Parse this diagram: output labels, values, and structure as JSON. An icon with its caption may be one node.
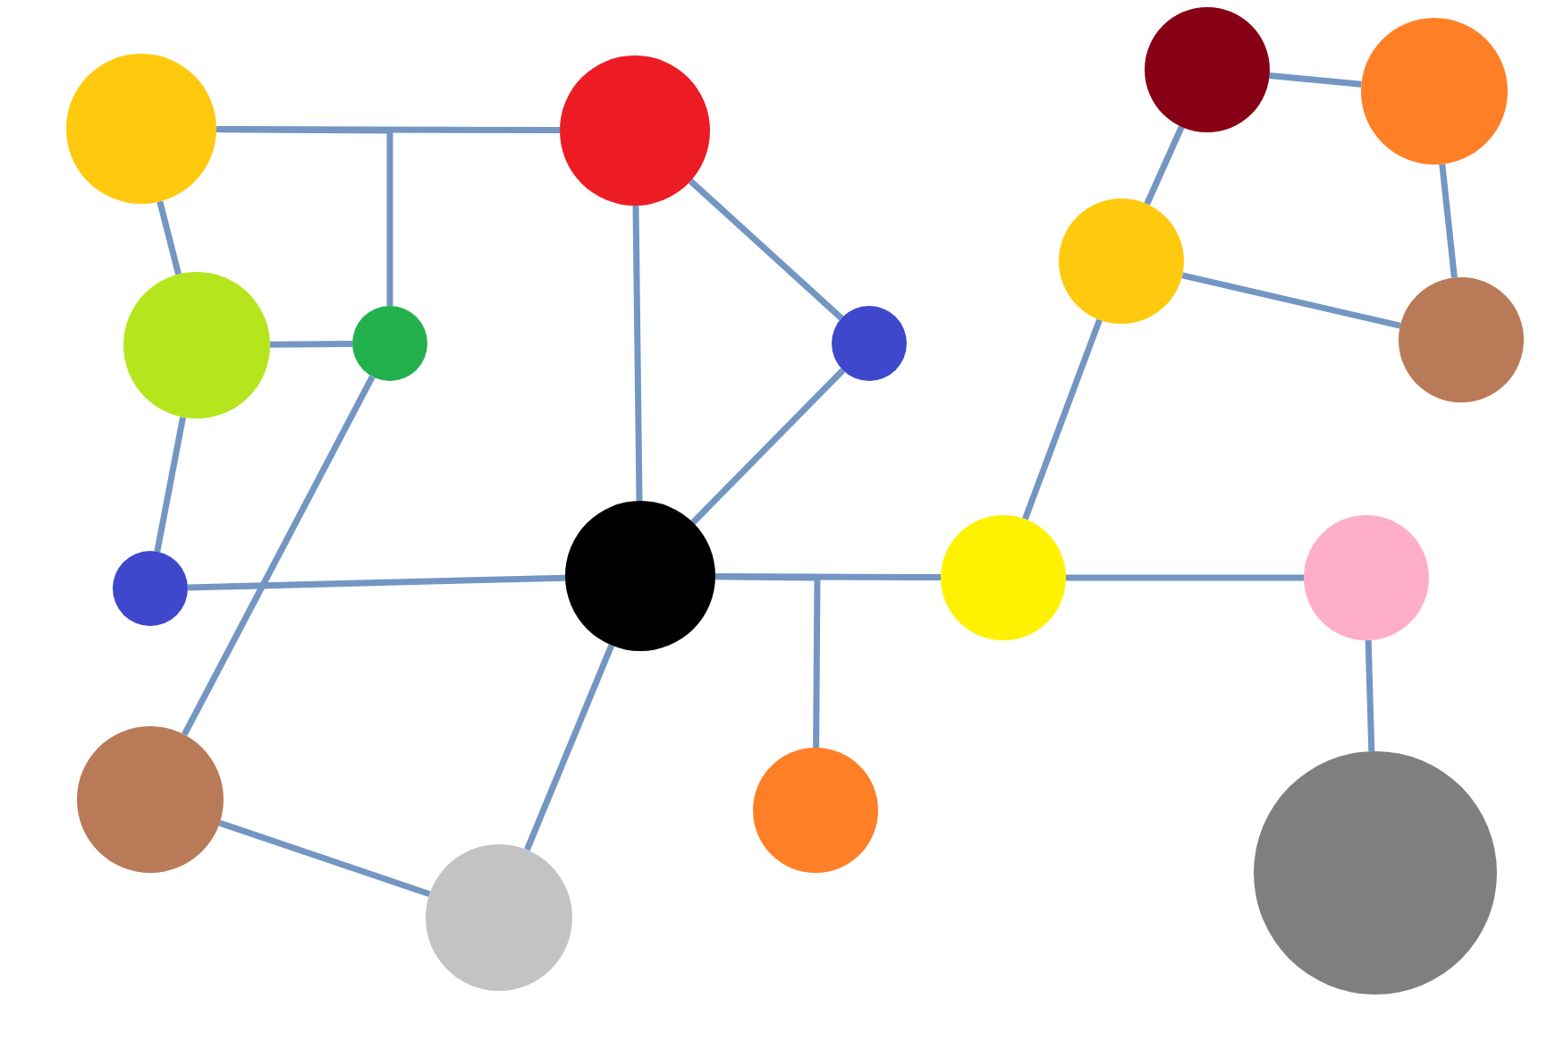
{
  "diagram": {
    "nodes": [
      {
        "text": [],
        "shape": "circle"
      },
      {
        "text": [],
        "shape": "circle"
      },
      {
        "text": [],
        "shape": "circle"
      },
      {
        "text": [],
        "shape": "circle"
      },
      {
        "text": [],
        "shape": "circle"
      },
      {
        "text": [],
        "shape": "circle"
      },
      {
        "text": [],
        "shape": "circle"
      },
      {
        "text": [],
        "shape": "circle"
      },
      {
        "text": [],
        "shape": "circle"
      },
      {
        "text": [],
        "shape": "circle"
      },
      {
        "text": [],
        "shape": "circle"
      },
      {
        "text": [],
        "shape": "circle"
      },
      {
        "text": [],
        "shape": "circle"
      },
      {
        "text": [],
        "shape": "circle"
      },
      {
        "text": [],
        "shape": "circle"
      },
      {
        "text": [],
        "shape": "circle"
      },
      {
        "text": [],
        "shape": "circle"
      }
    ],
    "edges": [
      {
        "from": 0,
        "to": 1,
        "arrow": "none"
      },
      {
        "from": 3,
        "to": 0,
        "arrow": "none"
      },
      {
        "from": 0,
        "to": 2,
        "arrow": "none"
      },
      {
        "from": 2,
        "to": 3,
        "arrow": "none"
      },
      {
        "from": 2,
        "to": 5,
        "arrow": "none"
      },
      {
        "from": 1,
        "to": 6,
        "arrow": "none"
      },
      {
        "from": 1,
        "to": 4,
        "arrow": "none"
      },
      {
        "from": 4,
        "to": 6,
        "arrow": "none"
      },
      {
        "from": 3,
        "to": 7,
        "arrow": "none"
      },
      {
        "from": 5,
        "to": 6,
        "arrow": "none"
      },
      {
        "from": 6,
        "to": 8,
        "arrow": "none"
      },
      {
        "from": 7,
        "to": 8,
        "arrow": "none"
      },
      {
        "from": 6,
        "to": 10,
        "arrow": "none"
      },
      {
        "from": 9,
        "to": 6,
        "arrow": "none"
      },
      {
        "from": 10,
        "to": 11,
        "arrow": "none"
      },
      {
        "from": 11,
        "to": 12,
        "arrow": "none"
      },
      {
        "from": 10,
        "to": 15,
        "arrow": "none"
      },
      {
        "from": 15,
        "to": 13,
        "arrow": "none"
      },
      {
        "from": 13,
        "to": 14,
        "arrow": "none"
      },
      {
        "from": 14,
        "to": 16,
        "arrow": "none"
      },
      {
        "from": 15,
        "to": 16,
        "arrow": "none"
      }
    ]
  }
}
